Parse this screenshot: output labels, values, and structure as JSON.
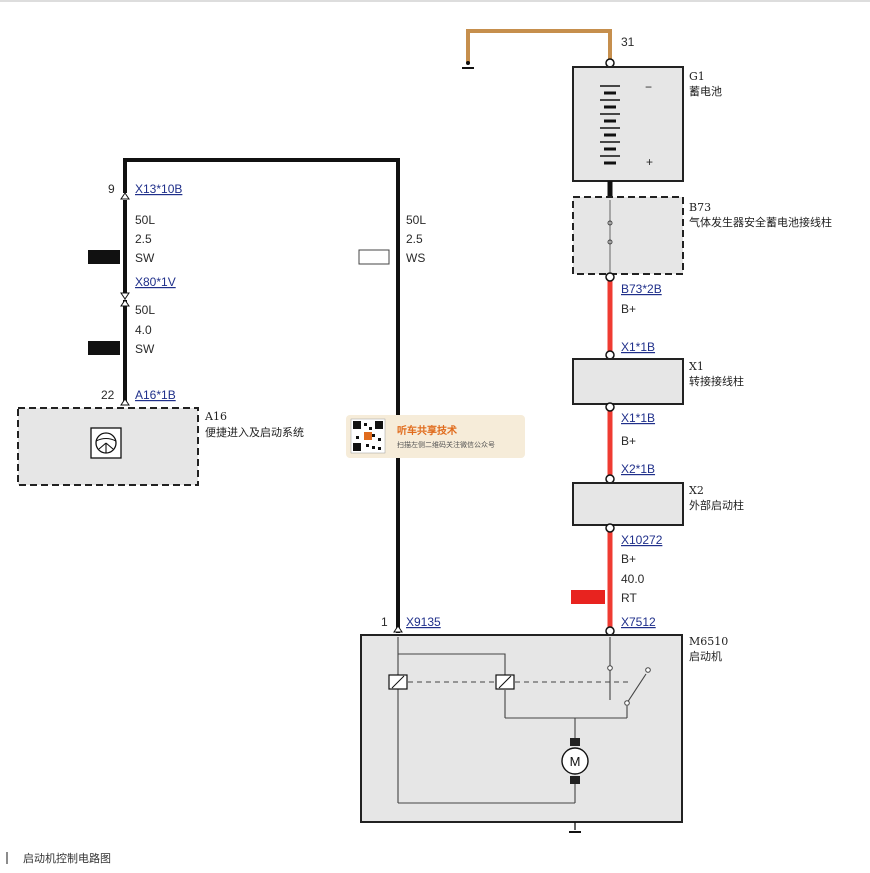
{
  "figure_title": "启动机控制电路图",
  "colors": {
    "wire_red": "#ef3b32",
    "wire_black": "#111111",
    "wire_brown": "#c68f4d",
    "box_fill": "#e6e6e6",
    "link_blue": "#1f2f8a",
    "swatch_black": "#111111",
    "swatch_red": "#e8231f"
  },
  "ground_wire": {
    "pin": "31"
  },
  "components": {
    "g1": {
      "id": "G1",
      "name": "蓄电池",
      "minus": "−",
      "plus": "+"
    },
    "b73": {
      "id": "B73",
      "name": "气体发生器安全蓄电池接线柱"
    },
    "x1": {
      "id": "X1",
      "name": "转接接线柱"
    },
    "x2": {
      "id": "X2",
      "name": "外部启动柱"
    },
    "m6510": {
      "id": "M6510",
      "name": "启动机"
    },
    "a16": {
      "id": "A16",
      "name": "便捷进入及启动系统"
    }
  },
  "connectors": {
    "x13": {
      "pin": "9",
      "label": "X13*10B"
    },
    "x80": {
      "label": "X80*1V"
    },
    "a16": {
      "pin": "22",
      "label": "A16*1B"
    },
    "x9135": {
      "pin": "1",
      "label": "X9135"
    },
    "b73_2b": {
      "label": "B73*2B",
      "signal": "B+"
    },
    "x1_top": {
      "label": "X1*1B"
    },
    "x1_bottom": {
      "label": "X1*1B",
      "signal": "B+"
    },
    "x2": {
      "label": "X2*1B"
    },
    "x10272": {
      "label": "X10272",
      "signal": "B+",
      "size": "40.0",
      "color": "RT"
    },
    "x7512": {
      "label": "X7512"
    }
  },
  "wires": {
    "left_upper": {
      "code": "50L",
      "size": "2.5",
      "color": "SW"
    },
    "left_lower": {
      "code": "50L",
      "size": "4.0",
      "color": "SW"
    },
    "middle": {
      "code": "50L",
      "size": "2.5",
      "color": "WS"
    }
  },
  "watermark": {
    "title": "听车共享技术",
    "subtitle": "扫描左侧二维码关注微信公众号"
  }
}
